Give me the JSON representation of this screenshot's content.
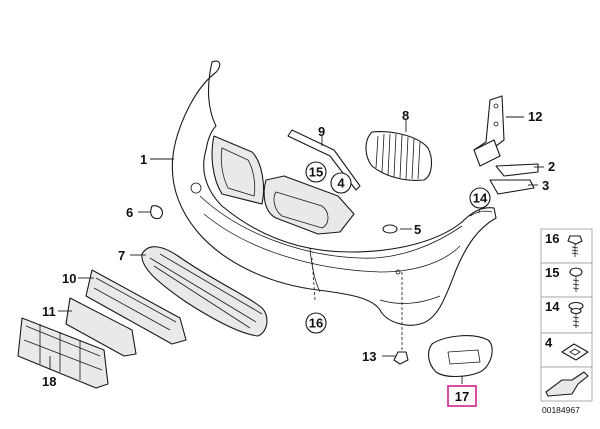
{
  "diagram": {
    "doc_number": "00184967",
    "callouts": [
      "1",
      "2",
      "3",
      "4",
      "5",
      "6",
      "7",
      "8",
      "9",
      "10",
      "11",
      "12",
      "13",
      "14",
      "15",
      "16",
      "17",
      "18"
    ],
    "legend": [
      {
        "label": "16",
        "icon": "screw-icon"
      },
      {
        "label": "15",
        "icon": "screw-icon"
      },
      {
        "label": "14",
        "icon": "screw-washer-icon"
      },
      {
        "label": "4",
        "icon": "clip-nut-icon"
      },
      {
        "label": "",
        "icon": "arrow-icon"
      }
    ],
    "highlighted_part": "17",
    "highlight_color": "#d0218e"
  }
}
